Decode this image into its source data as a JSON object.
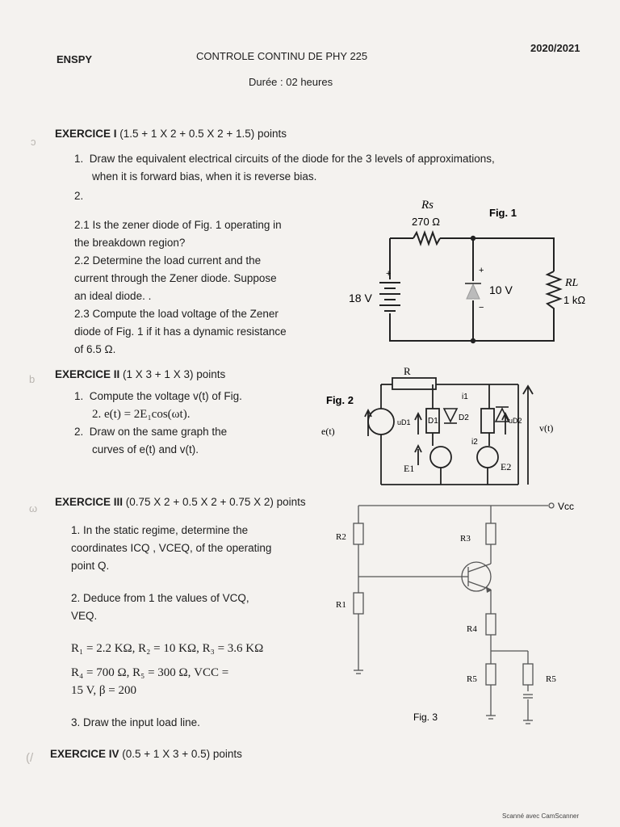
{
  "header": {
    "school": "ENSPY",
    "title": "CONTROLE CONTINU DE PHY 225",
    "year": "2020/2021",
    "duration": "Durée : 02 heures"
  },
  "ex1": {
    "title_bold": "EXERCICE I",
    "title_rest": " (1.5 + 1 X 2 + 0.5 X 2 + 1.5) points",
    "q1_num": "1.",
    "q1_line1": "Draw the equivalent electrical circuits of the diode for the 3 levels of approximations,",
    "q1_line2": "when it is forward bias, when it is reverse bias.",
    "q2_num": "2.",
    "lines": [
      "2.1 Is the zener diode of Fig. 1 operating in",
      "the breakdown region?",
      "2.2 Determine the load current and the",
      "current through the Zener diode. Suppose",
      "an ideal diode. .",
      "2.3 Compute the load voltage of the Zener",
      "diode of Fig. 1 if it has a dynamic resistance",
      "of 6.5 Ω."
    ],
    "fig": {
      "label": "Fig. 1",
      "rs": "Rs",
      "rs_val": "270 Ω",
      "source": "18 V",
      "zener": "10 V",
      "rl": "RL",
      "rl_val": "1 kΩ",
      "plus": "+",
      "minus": "−"
    }
  },
  "ex2": {
    "title_bold": "EXERCICE II",
    "title_rest": " (1 X 3 + 1 X 3) points",
    "q1_num": "1.",
    "q1_line1": "Compute the voltage v(t) of Fig.",
    "q1_line2": "2. e(t) = 2E₁cos(ωt).",
    "q2_num": "2.",
    "q2_line1": "Draw on the same graph the",
    "q2_line2": "curves of e(t) and v(t).",
    "fig": {
      "label": "Fig. 2",
      "r": "R",
      "e_t": "e(t)",
      "ud1": "uD1",
      "ud2": "uD2",
      "d1": "D1",
      "d2": "D2",
      "i1": "i1",
      "i2": "i2",
      "e1": "E1",
      "e2": "E2",
      "v_t": "v(t)"
    }
  },
  "ex3": {
    "title_bold": "EXERCICE III",
    "title_rest": " (0.75 X 2 + 0.5 X 2 + 0.75 X 2) points",
    "q1_line1": "1. In the static regime, determine the",
    "q1_line2": "coordinates ICQ , VCEQ, of the operating",
    "q1_line3": "point Q.",
    "q2_line1": "2. Deduce from 1 the values of VCQ,",
    "q2_line2": "VEQ.",
    "values_line1": "R₁ = 2.2 KΩ, R₂ = 10 KΩ, R₃ = 3.6 KΩ",
    "values_line2": "R₄ = 700 Ω, R₅ = 300 Ω, VCC =",
    "values_line3": "15 V, β = 200",
    "q3": "3. Draw the input  load line.",
    "fig": {
      "label": "Fig. 3",
      "vcc": "Vcc",
      "r1": "R1",
      "r2": "R2",
      "r3": "R3",
      "r4": "R4",
      "r5a": "R5",
      "r5b": "R5"
    }
  },
  "ex4": {
    "title_bold": "EXERCICE IV",
    "title_rest": " (0.5 + 1 X 3 + 0.5) points"
  },
  "footer": "Scanné avec CamScanner"
}
